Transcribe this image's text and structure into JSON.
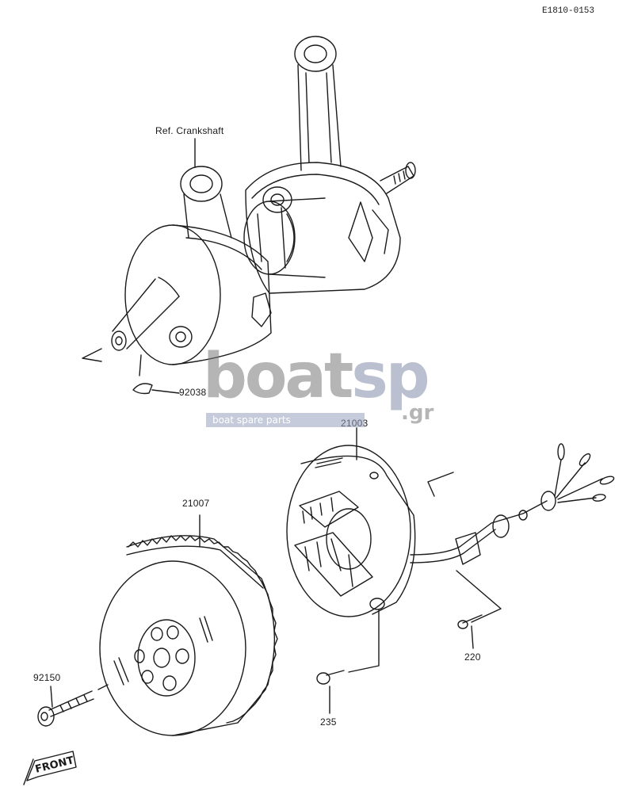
{
  "diagram": {
    "code": "E1810-0153",
    "ref_label": "Ref. Crankshaft",
    "parts": {
      "key": "92038",
      "stator": "21003",
      "flywheel": "21007",
      "bolt": "92150",
      "screw_a": "220",
      "screw_b": "235"
    },
    "front_marker": "FRONT"
  },
  "watermark": {
    "brand_a": "boat",
    "brand_b": "sp",
    "tld": ".gr",
    "tagline": "boat spare parts"
  },
  "colors": {
    "line": "#1a1a1a",
    "watermark_gray": "#787878",
    "watermark_blue": "#8c96be"
  }
}
